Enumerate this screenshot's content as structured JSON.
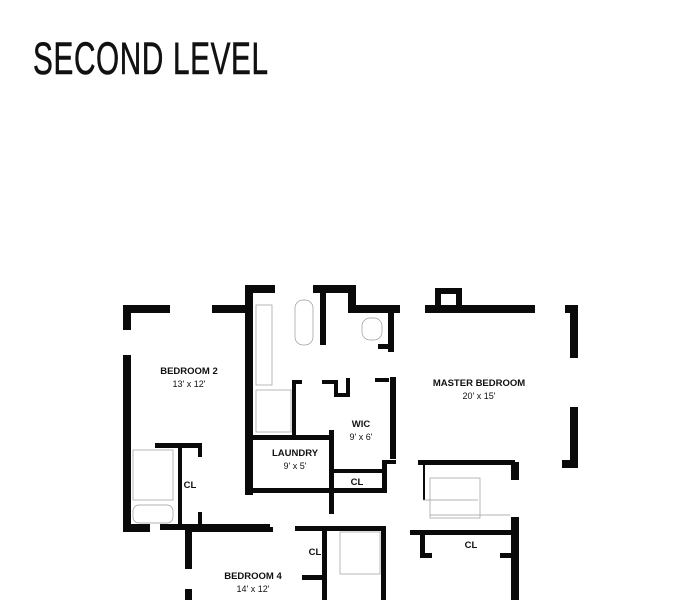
{
  "title": "SECOND LEVEL",
  "rooms": {
    "bedroom2": {
      "name": "BEDROOM 2",
      "size": "13' x 12'"
    },
    "master": {
      "name": "MASTER BEDROOM",
      "size": "20' x 15'"
    },
    "wic": {
      "name": "WIC",
      "size": "9' x 6'"
    },
    "laundry": {
      "name": "LAUNDRY",
      "size": "9' x 5'"
    },
    "bedroom4": {
      "name": "BEDROOM 4",
      "size": "14' x 12'"
    },
    "closet_labels": [
      "CL",
      "CL",
      "CL",
      "CL"
    ]
  }
}
